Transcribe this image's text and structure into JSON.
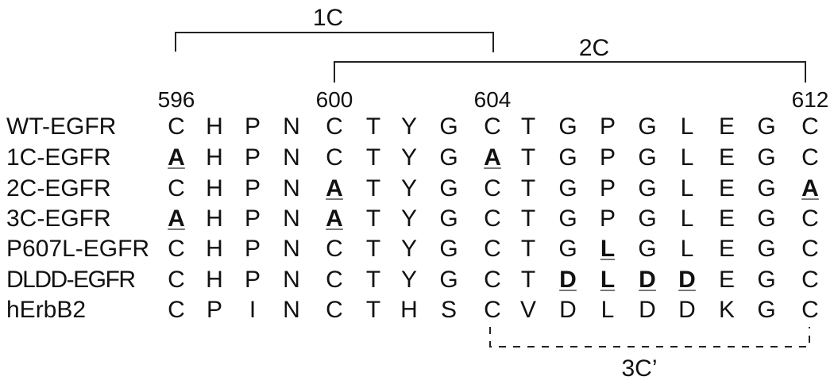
{
  "brackets": {
    "one_c": {
      "label": "1C",
      "from_pos": "596",
      "to_pos": "604",
      "style": "solid"
    },
    "two_c": {
      "label": "2C",
      "from_pos": "600",
      "to_pos": "612",
      "style": "solid"
    },
    "three_c_prime": {
      "label": "3C’",
      "from_pos": "604",
      "to_pos": "612",
      "style": "dashed"
    }
  },
  "positions": [
    {
      "label": "596",
      "column": 0
    },
    {
      "label": "600",
      "column": 4
    },
    {
      "label": "604",
      "column": 8
    },
    {
      "label": "612",
      "column": 16
    }
  ],
  "rows": [
    {
      "name": "WT-EGFR",
      "residues": [
        "C",
        "H",
        "P",
        "N",
        "C",
        "T",
        "Y",
        "G",
        "C",
        "T",
        "G",
        "P",
        "G",
        "L",
        "E",
        "G",
        "C"
      ],
      "mutated": []
    },
    {
      "name": "1C-EGFR",
      "residues": [
        "A",
        "H",
        "P",
        "N",
        "C",
        "T",
        "Y",
        "G",
        "A",
        "T",
        "G",
        "P",
        "G",
        "L",
        "E",
        "G",
        "C"
      ],
      "mutated": [
        0,
        8
      ]
    },
    {
      "name": "2C-EGFR",
      "residues": [
        "C",
        "H",
        "P",
        "N",
        "A",
        "T",
        "Y",
        "G",
        "C",
        "T",
        "G",
        "P",
        "G",
        "L",
        "E",
        "G",
        "A"
      ],
      "mutated": [
        4,
        16
      ]
    },
    {
      "name": "3C-EGFR",
      "residues": [
        "A",
        "H",
        "P",
        "N",
        "A",
        "T",
        "Y",
        "G",
        "C",
        "T",
        "G",
        "P",
        "G",
        "L",
        "E",
        "G",
        "C"
      ],
      "mutated": [
        0,
        4
      ]
    },
    {
      "name": "P607L-EGFR",
      "residues": [
        "C",
        "H",
        "P",
        "N",
        "C",
        "T",
        "Y",
        "G",
        "C",
        "T",
        "G",
        "L",
        "G",
        "L",
        "E",
        "G",
        "C"
      ],
      "mutated": [
        11
      ]
    },
    {
      "name": "DLDD-EGFR",
      "residues": [
        "C",
        "H",
        "P",
        "N",
        "C",
        "T",
        "Y",
        "G",
        "C",
        "T",
        "D",
        "L",
        "D",
        "D",
        "E",
        "G",
        "C"
      ],
      "mutated": [
        10,
        11,
        12,
        13
      ]
    },
    {
      "name": "hErbB2",
      "residues": [
        "C",
        "P",
        "I",
        "N",
        "C",
        "T",
        "H",
        "S",
        "C",
        "V",
        "D",
        "L",
        "D",
        "D",
        "K",
        "G",
        "C"
      ],
      "mutated": []
    }
  ],
  "colors": {
    "text": "#111111",
    "underline": "#777777",
    "line": "#222222"
  }
}
